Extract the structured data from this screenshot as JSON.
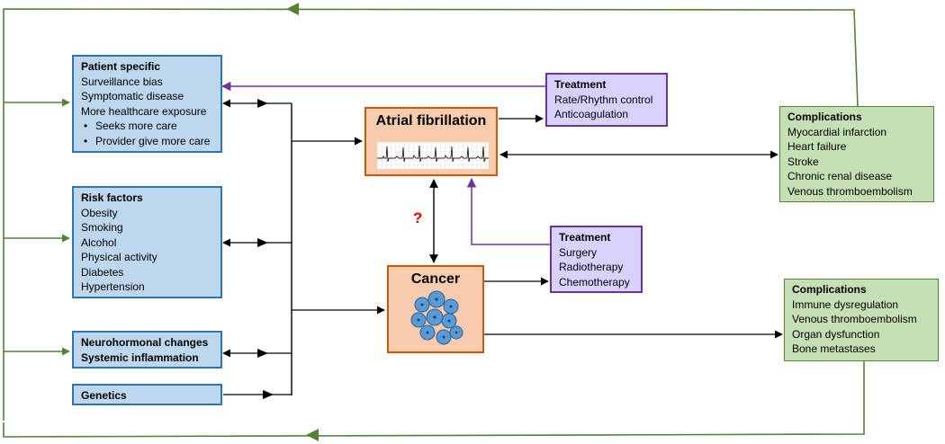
{
  "patient_specific": {
    "title": "Patient specific",
    "lines": [
      "Surveillance bias",
      "Symptomatic disease",
      "More healthcare exposure"
    ],
    "bullets": [
      "Seeks more care",
      "Provider give more care"
    ]
  },
  "risk_factors": {
    "title": "Risk factors",
    "lines": [
      "Obesity",
      "Smoking",
      "Alcohol",
      "Physical activity",
      "Diabetes",
      "Hypertension"
    ]
  },
  "neurohormonal": {
    "lines": [
      "Neurohormonal changes",
      "Systemic inflammation"
    ]
  },
  "genetics": {
    "title": "Genetics"
  },
  "atrial_fibrillation": {
    "title": "Atrial fibrillation"
  },
  "cancer": {
    "title": "Cancer"
  },
  "question_mark": "?",
  "af_treatment": {
    "title": "Treatment",
    "lines": [
      "Rate/Rhythm control",
      "Anticoagulation"
    ]
  },
  "cancer_treatment": {
    "title": "Treatment",
    "lines": [
      "Surgery",
      "Radiotherapy",
      "Chemotherapy"
    ]
  },
  "af_complications": {
    "title": "Complications",
    "lines": [
      "Myocardial infarction",
      "Heart failure",
      "Stroke",
      "Chronic renal disease",
      "Venous thromboembolism"
    ]
  },
  "cancer_complications": {
    "title": "Complications",
    "lines": [
      "Immune dysregulation",
      "Venous thromboembolism",
      "Organ dysfunction",
      "Bone metastases"
    ]
  },
  "colors": {
    "feedback_arrow": "#548235",
    "treatment_arrow": "#7030a0",
    "connector": "#000000",
    "patient_box_fill": "#bdd7ee",
    "center_box_fill": "#f8cbad",
    "treatment_box_fill": "#d9d2ff",
    "complication_box_fill": "#c5e0b4"
  }
}
